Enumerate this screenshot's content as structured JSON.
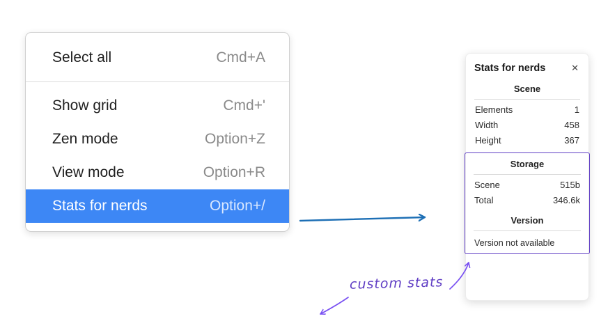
{
  "menu": {
    "items": [
      {
        "label": "Select all",
        "shortcut": "Cmd+A"
      },
      {
        "label": "Show grid",
        "shortcut": "Cmd+'"
      },
      {
        "label": "Zen mode",
        "shortcut": "Option+Z"
      },
      {
        "label": "View mode",
        "shortcut": "Option+R"
      },
      {
        "label": "Stats for nerds",
        "shortcut": "Option+/"
      }
    ],
    "selected_item": "Stats for nerds"
  },
  "stats_panel": {
    "title": "Stats for nerds",
    "close_glyph": "✕",
    "scene": {
      "heading": "Scene",
      "rows": [
        {
          "label": "Elements",
          "value": "1"
        },
        {
          "label": "Width",
          "value": "458"
        },
        {
          "label": "Height",
          "value": "367"
        }
      ]
    },
    "storage": {
      "heading": "Storage",
      "rows": [
        {
          "label": "Scene",
          "value": "515b"
        },
        {
          "label": "Total",
          "value": "346.6k"
        }
      ]
    },
    "version": {
      "heading": "Version",
      "note": "Version not available"
    }
  },
  "annotation": {
    "label": "custom stats"
  },
  "colors": {
    "selection_blue": "#3d87f5",
    "arrow_blue": "#1d6fb5",
    "annotation_purple": "#5f3dc4"
  }
}
